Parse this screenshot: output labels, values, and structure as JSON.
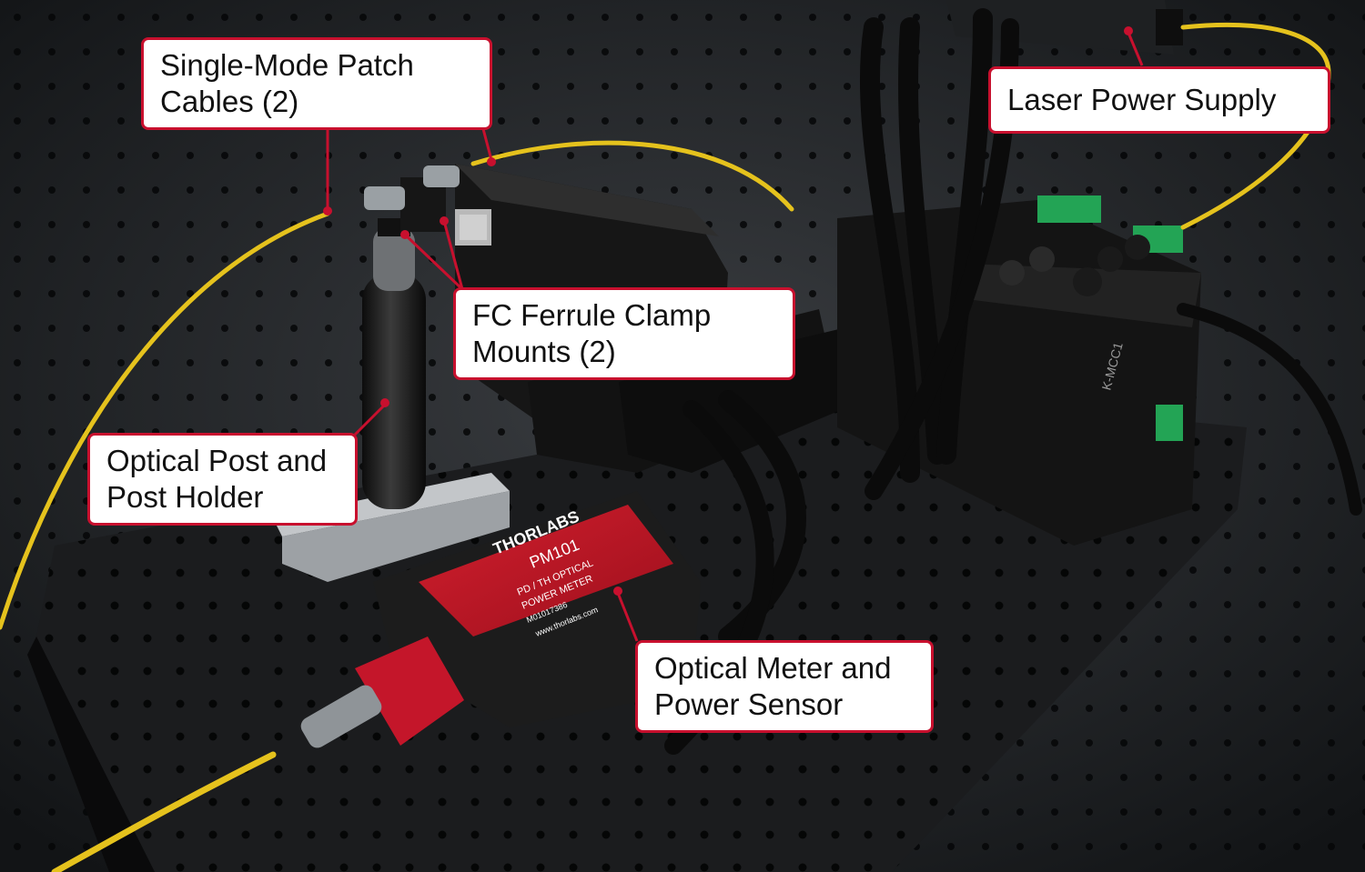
{
  "image": {
    "scene": "optical bench with fiber patch cables, post mount, laser power supply and optical power meter",
    "accent_color": "#c8102e"
  },
  "callouts": {
    "patch_cables": {
      "line1": "Single-Mode Patch",
      "line2": "Cables (2)"
    },
    "laser_supply": {
      "line1": "Laser Power Supply"
    },
    "ferrule_mounts": {
      "line1": "FC Ferrule Clamp",
      "line2": "Mounts (2)"
    },
    "optical_post": {
      "line1": "Optical Post and",
      "line2": "Post Holder"
    },
    "power_meter": {
      "line1": "Optical Meter and",
      "line2": "Power Sensor"
    }
  },
  "device_text": {
    "brand": "THORLABS",
    "meter_model": "PM101",
    "meter_line1": "PD / TH OPTICAL",
    "meter_line2": "POWER METER",
    "meter_serial": "M01017386",
    "meter_url": "www.thorlabs.com",
    "controller_label": "K-MCC1"
  }
}
